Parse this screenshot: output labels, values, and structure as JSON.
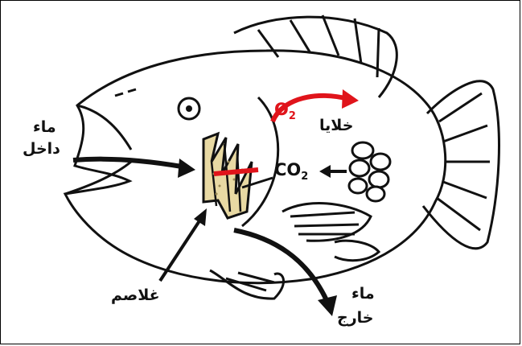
{
  "labels": {
    "water_in_line1": "ماء",
    "water_in_line2": "داخل",
    "water_out_line1": "ماء",
    "water_out_line2": "خارج",
    "gills": "غلاصم",
    "cells": "خلايا",
    "oxygen_symbol": "O",
    "oxygen_subscript": "2",
    "carbon_dioxide_symbol": "CO",
    "carbon_dioxide_subscript": "2"
  },
  "colors": {
    "oxygen": "#e0141b",
    "outline": "#111111",
    "gill_fill": "#e8d9a3"
  }
}
